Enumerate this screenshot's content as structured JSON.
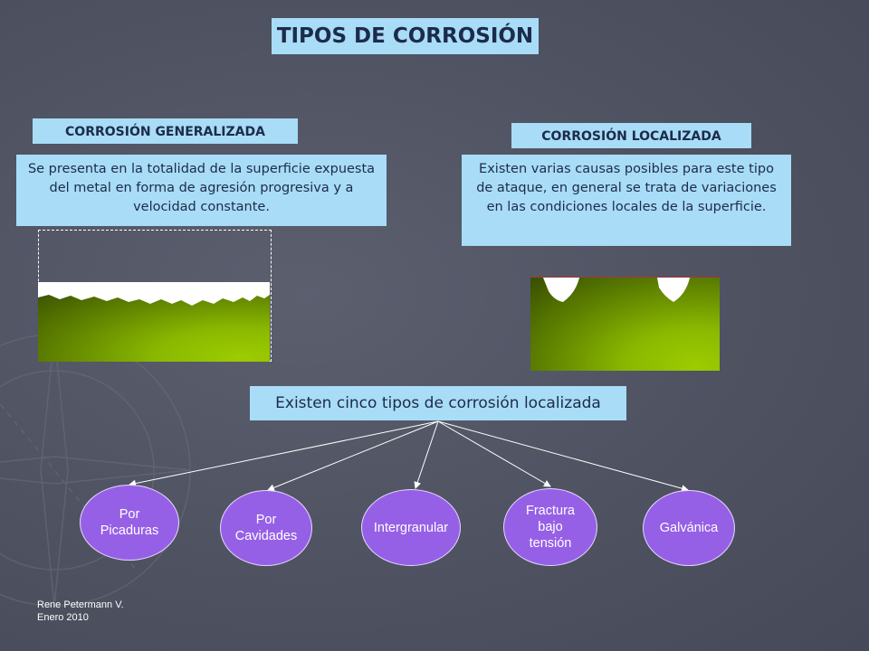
{
  "title": "TIPOS DE CORROSIÓN",
  "generalizada": {
    "heading": "CORROSIÓN GENERALIZADA",
    "description": "Se presenta en la totalidad de la superficie expuesta del metal en forma de agresión progresiva y a velocidad constante."
  },
  "localizada": {
    "heading": "CORROSIÓN LOCALIZADA",
    "description": "Existen varias causas posibles para este tipo de ataque, en general se trata de variaciones en las condiciones locales de la superficie."
  },
  "intro": "Existen cinco tipos de corrosión localizada",
  "types": [
    {
      "label": "Por\nPicaduras"
    },
    {
      "label": "Por\nCavidades"
    },
    {
      "label": "Intergranular"
    },
    {
      "label": "Fractura\nbajo\ntensión"
    },
    {
      "label": "Galvánica"
    }
  ],
  "footer": {
    "author": "Rene Petermann V.",
    "date": "Enero 2010"
  },
  "colors": {
    "box": "#a8dcf7",
    "oval": "#9660e6",
    "metal": "#8ab800"
  }
}
